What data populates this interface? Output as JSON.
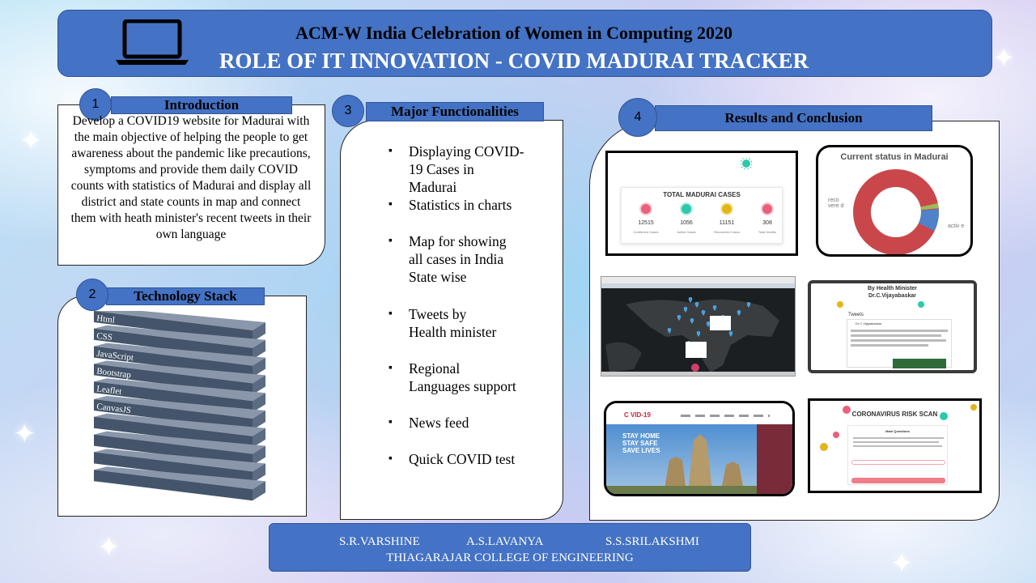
{
  "header": {
    "subtitle": "ACM-W India Celebration of Women in Computing 2020",
    "title": "ROLE OF IT INNOVATION - COVID MADURAI TRACKER",
    "icon": "laptop-icon"
  },
  "intro": {
    "number": "1",
    "heading": "Introduction",
    "text": "Develop a COVID19 website for Madurai with the main objective of helping the people to get awareness about the pandemic like precautions, symptoms and provide them daily COVID counts with statistics of Madurai and display all district and state counts in map and connect them with heath minister's recent tweets in their own language"
  },
  "tech": {
    "number": "2",
    "heading": "Technology Stack",
    "layers": [
      "Html",
      "CSS",
      "JavaScript",
      "Bootstrap",
      "Leaflet",
      "CanvasJS"
    ]
  },
  "functions": {
    "number": "3",
    "heading": "Major Functionalities",
    "items": [
      [
        "Displaying COVID-",
        "19 Cases in",
        "Madurai"
      ],
      [
        "Statistics in charts"
      ],
      [
        "Map for showing",
        "all cases in India",
        "State wise"
      ],
      [
        "Tweets by",
        "Health minister"
      ],
      [
        "Regional",
        "Languages support"
      ],
      [
        "News feed"
      ],
      [
        "Quick COVID test"
      ]
    ]
  },
  "results": {
    "number": "4",
    "heading": "Results and Conclusion",
    "cases": {
      "title": "TOTAL MADURAI CASES",
      "stats": [
        {
          "value": "12515",
          "label": "Confirmed Cases",
          "color": "#e8607a"
        },
        {
          "value": "1056",
          "label": "Active Cases",
          "color": "#2cc9a8"
        },
        {
          "value": "11151",
          "label": "Recovered Cases",
          "color": "#e2b614"
        },
        {
          "value": "308",
          "label": "Total Deaths",
          "color": "#e8607a"
        }
      ]
    },
    "status": {
      "title": "Current status in Madurai",
      "label_left": "reco vere d",
      "label_right": "activ e"
    },
    "tweets": {
      "by": "By Health Minister",
      "name": "Dr.C.Vijayabaskar",
      "tab": "Tweets",
      "author": "Dr C Vijayabaskar"
    },
    "home": {
      "logo": "C  VID-19",
      "banner": [
        "STAY HOME",
        "STAY SAFE",
        "SAVE LIVES"
      ]
    },
    "scan": {
      "title": "CORONAVIRUS RISK SCAN",
      "subtitle": "Main Questions"
    }
  },
  "footer": {
    "names": [
      "S.R.VARSHINE",
      "A.S.LAVANYA",
      "S.S.SRILAKSHMI"
    ],
    "college": "THIAGARAJAR COLLEGE OF ENGINEERING"
  }
}
